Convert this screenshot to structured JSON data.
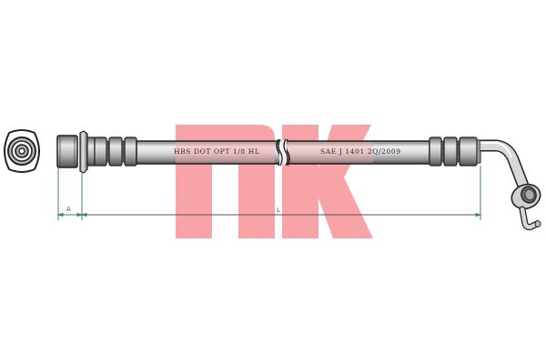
{
  "logo": {
    "text": "NK",
    "color": "#f7a3a8"
  },
  "hose": {
    "marking_left": "HBS DOT OPT 1/8 HL",
    "marking_right": "SAE J 1401 2Q/2009",
    "tube_color": "#d9d9d9",
    "outline_color": "#2a2a2a"
  },
  "dimensions": {
    "a_label": "A",
    "l_label": "L",
    "line_color": "#3f7f7a"
  },
  "views": {
    "end_view": "fitting-end-view",
    "left_fitting": "straight-female-fitting",
    "right_fitting": "banjo-elbow-fitting"
  }
}
